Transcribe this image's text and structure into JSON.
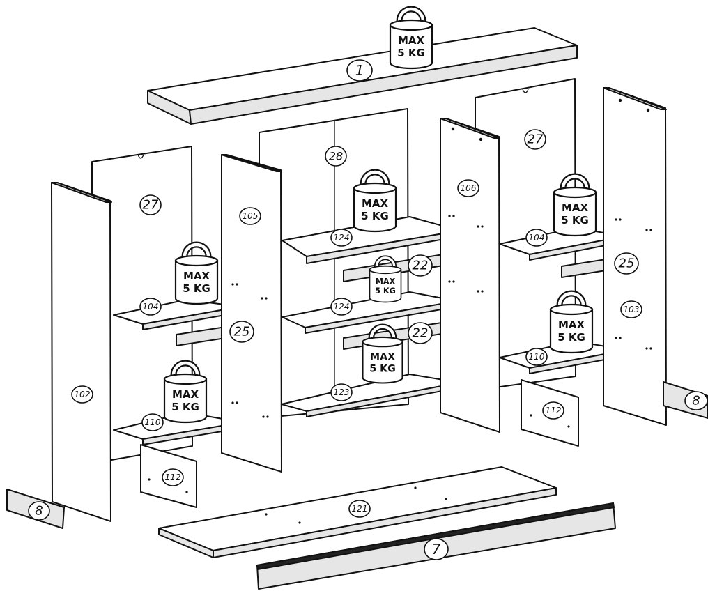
{
  "diagram": {
    "part_numbers": {
      "top_panel": "1",
      "back_left": "27",
      "back_right": "27",
      "back_center": "28",
      "side_left": "102",
      "side_right": "103",
      "divider_left": "105",
      "divider_right": "106",
      "shelf_left_upper": "104",
      "shelf_right_upper": "104",
      "shelf_center_upper": "124",
      "shelf_center_middle": "124",
      "shelf_center_lower": "123",
      "shelf_left_lower": "110",
      "shelf_right_lower": "110",
      "door_left": "112",
      "door_right": "112",
      "rail_center_upper": "22",
      "rail_center_lower": "22",
      "rail_left": "25",
      "rail_right": "25",
      "bottom_panel": "121",
      "plinth_front": "7",
      "plinth_left": "8",
      "plinth_right": "8"
    },
    "weight_limit": {
      "line1": "MAX",
      "line2": "5 KG"
    }
  }
}
